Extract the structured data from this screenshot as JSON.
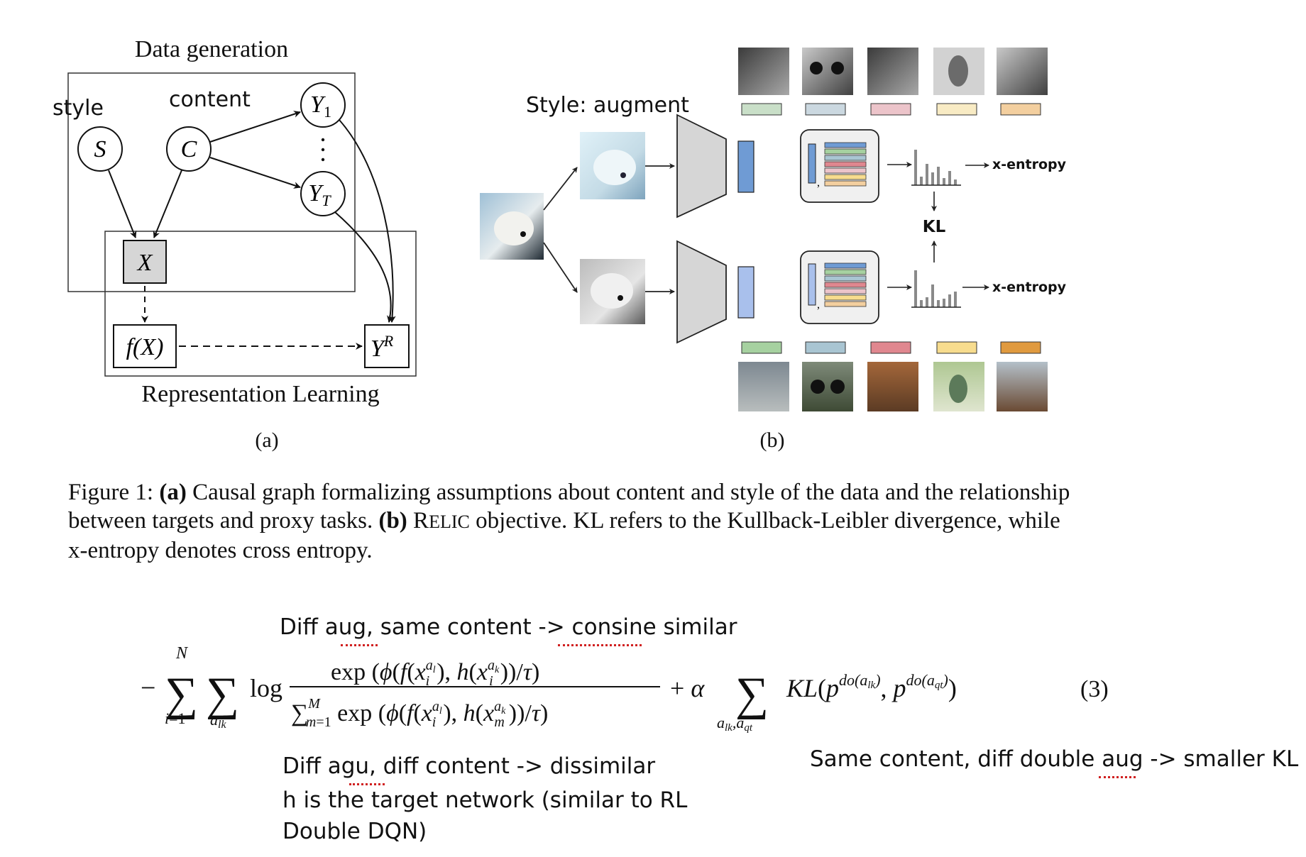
{
  "figure": {
    "panel_a": {
      "title": "Data generation",
      "footer": "Representation Learning",
      "style_label": "style",
      "content_label": "content",
      "nodes": {
        "S": "S",
        "C": "C",
        "Y1": "Y",
        "Y1_sub": "1",
        "YT": "Y",
        "YT_sub": "T",
        "X": "X",
        "fX": "f(X)",
        "YR": "Y",
        "YR_sup": "R"
      },
      "sublabel": "(a)"
    },
    "panel_b": {
      "style_label": "Style: augment",
      "xentropy_top": "x-entropy",
      "xentropy_bottom": "x-entropy",
      "kl": "KL",
      "sublabel": "(b)",
      "colors": {
        "bar_top": [
          "#c9dfc8",
          "#cbd8e0",
          "#ecc4ca",
          "#f8ebc4",
          "#f3cf9f"
        ],
        "bar_bottom": [
          "#a6d1a0",
          "#a9c5d2",
          "#e0878f",
          "#f7dc8e",
          "#e09a3f"
        ],
        "proj_top": "#6f9bd4",
        "proj_bottom": "#a9c0ec"
      }
    },
    "caption": {
      "prefix": "Figure 1:",
      "a_tag": "(a)",
      "a_text": "Causal graph formalizing assumptions about content and style of the data and the relationship between targets and proxy tasks.",
      "b_tag": "(b)",
      "b_text_1": "R",
      "b_text_relic": "ELIC",
      "b_text_2": "objective. KL refers to the Kullback-Leibler divergence, while x-entropy denotes cross entropy."
    }
  },
  "equation": {
    "number": "(3)"
  },
  "notes": {
    "top": "Diff aug, same content -> consine similar",
    "bottom_line1": "Diff agu, diff content -> dissimilar",
    "bottom_line2": "h is the target network (similar to RL",
    "bottom_line3": "Double DQN)",
    "right": "Same content, diff double aug -> smaller KL"
  }
}
